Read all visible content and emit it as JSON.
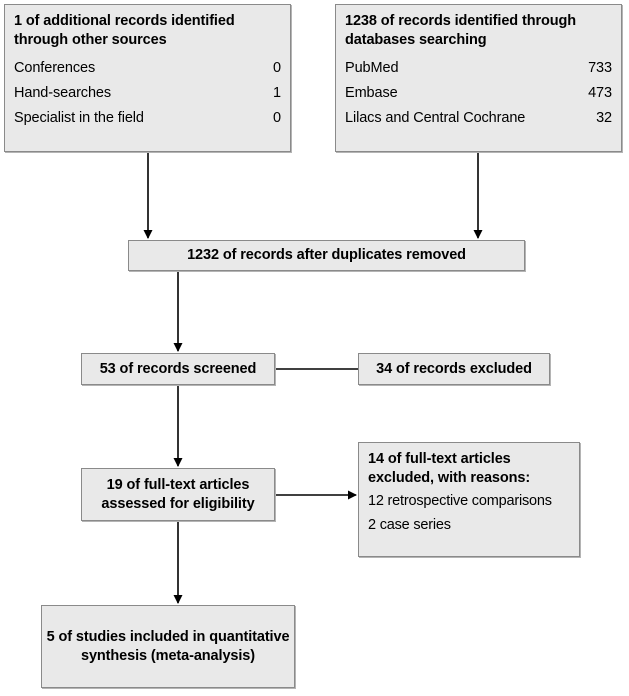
{
  "diagram": {
    "type": "prisma-flow-diagram",
    "colors": {
      "box_fill": "#e9e9e9",
      "box_border": "#8a8a8a",
      "text": "#000000",
      "connector": "#000000",
      "background": "#ffffff"
    }
  },
  "nodes": {
    "other_sources": {
      "header": "1 of additional records identified through other sources",
      "rows": [
        {
          "label": "Conferences",
          "value": "0"
        },
        {
          "label": "Hand-searches",
          "value": "1"
        },
        {
          "label": "Specialist in the field",
          "value": "0"
        }
      ]
    },
    "databases": {
      "header": "1238 of records identified through databases searching",
      "rows": [
        {
          "label": "PubMed",
          "value": "733"
        },
        {
          "label": "Embase",
          "value": "473"
        },
        {
          "label": "Lilacs and Central Cochrane",
          "value": "32"
        }
      ]
    },
    "duplicates_removed": {
      "header": "1232 of records after duplicates removed"
    },
    "records_screened": {
      "header": "53 of records screened"
    },
    "records_excluded": {
      "header": "34 of records excluded"
    },
    "fulltext_assessed": {
      "header": "19 of full-text articles assessed for eligibility"
    },
    "fulltext_excluded": {
      "header": "14 of full-text articles excluded, with reasons:",
      "reasons": [
        "12 retrospective comparisons",
        "2 case series"
      ]
    },
    "studies_included": {
      "header": "5 of studies included in quantitative synthesis (meta-analysis)"
    }
  },
  "connectors": [
    {
      "name": "other-sources-to-duplicates",
      "arrow": true
    },
    {
      "name": "databases-to-duplicates",
      "arrow": true
    },
    {
      "name": "duplicates-to-screened",
      "arrow": true
    },
    {
      "name": "screened-to-records-excluded",
      "arrow": false
    },
    {
      "name": "screened-to-fulltext",
      "arrow": true
    },
    {
      "name": "fulltext-to-fulltext-excluded",
      "arrow": true
    },
    {
      "name": "fulltext-to-included",
      "arrow": true
    }
  ]
}
